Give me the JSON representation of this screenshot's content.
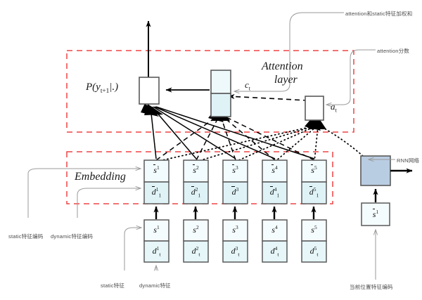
{
  "figure": {
    "title_blocks": {
      "attention_layer": "Attention layer",
      "embedding": "Embedding"
    },
    "math_labels": {
      "output_prob": "P(y_t+1|.)",
      "context": "c_t",
      "attn_scores": "a_t"
    },
    "annotations": [
      {
        "id": "attn-static-weighted-sum",
        "text": "attention和static特征加权和"
      },
      {
        "id": "attention-score",
        "text": "attention分数"
      },
      {
        "id": "rnn-network",
        "text": "RNN网络"
      },
      {
        "id": "static-feature-encoding",
        "text": "static特征编码"
      },
      {
        "id": "dynamic-feature-encoding",
        "text": "dynamic特征编码"
      },
      {
        "id": "static-feature",
        "text": "static特征"
      },
      {
        "id": "dynamic-feature",
        "text": "dynamic特征"
      },
      {
        "id": "current-position-encoding",
        "text": "当前位置特征编码"
      }
    ],
    "embedding_row": {
      "top_cells": [
        "s̅1",
        "s̅2",
        "s̅3",
        "s̅4",
        "s̅5"
      ],
      "bottom_cells": [
        "d̅1_1",
        "d̅2_1",
        "d̅3",
        "d̅4_1",
        "d̅5_1"
      ]
    },
    "input_row": {
      "top_cells": [
        "s1",
        "s2",
        "s3",
        "s4",
        "s5"
      ],
      "bottom_cells": [
        "d1_t",
        "d2_t",
        "d3_t",
        "d4_t",
        "d5_t"
      ]
    },
    "rnn_column": {
      "input_cell": "s̅1"
    },
    "colors": {
      "dashed_border": "#ef4444",
      "cell_top_fill": "#f2fbfd",
      "cell_bottom_fill": "#dff3f7",
      "cell_stroke": "#5a5a5a",
      "rnn_fill": "#b9cde2",
      "annotation_line": "#9a9a9a",
      "edge": "#000000"
    }
  }
}
